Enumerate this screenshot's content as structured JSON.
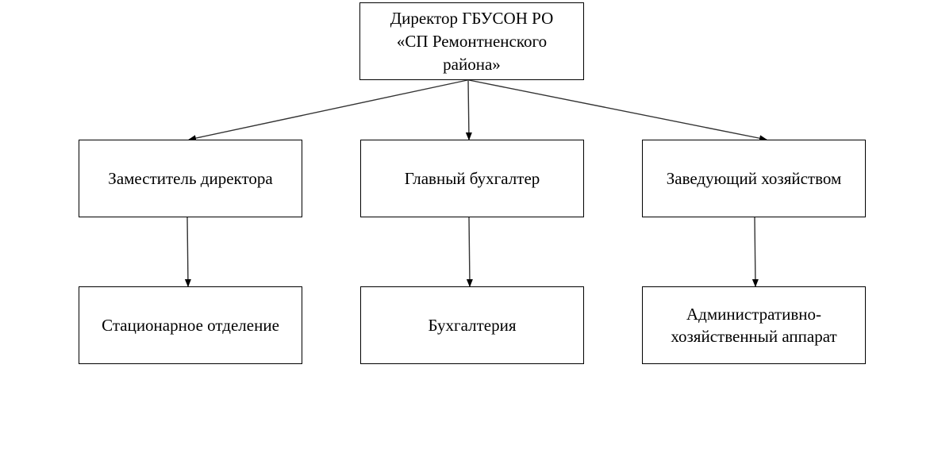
{
  "colors": {
    "line": "#000000",
    "box_border": "#000000",
    "background": "#ffffff"
  },
  "nodes": {
    "director": {
      "line1": "Директор ГБУСОН РО",
      "line2": "«СП Ремонтненского",
      "line3": "района»"
    },
    "deputy": {
      "label": "Заместитель директора"
    },
    "chief_accountant": {
      "label": "Главный бухгалтер"
    },
    "facility_manager": {
      "label": "Заведующий хозяйством"
    },
    "inpatient_department": {
      "label": "Стационарное отделение"
    },
    "accounting": {
      "label": "Бухгалтерия"
    },
    "admin_staff": {
      "line1": "Административно-",
      "line2": "хозяйственный аппарат"
    }
  },
  "edges": [
    {
      "from": "director",
      "to": "deputy"
    },
    {
      "from": "director",
      "to": "chief_accountant"
    },
    {
      "from": "director",
      "to": "facility_manager"
    },
    {
      "from": "deputy",
      "to": "inpatient_department"
    },
    {
      "from": "chief_accountant",
      "to": "accounting"
    },
    {
      "from": "facility_manager",
      "to": "admin_staff"
    }
  ]
}
